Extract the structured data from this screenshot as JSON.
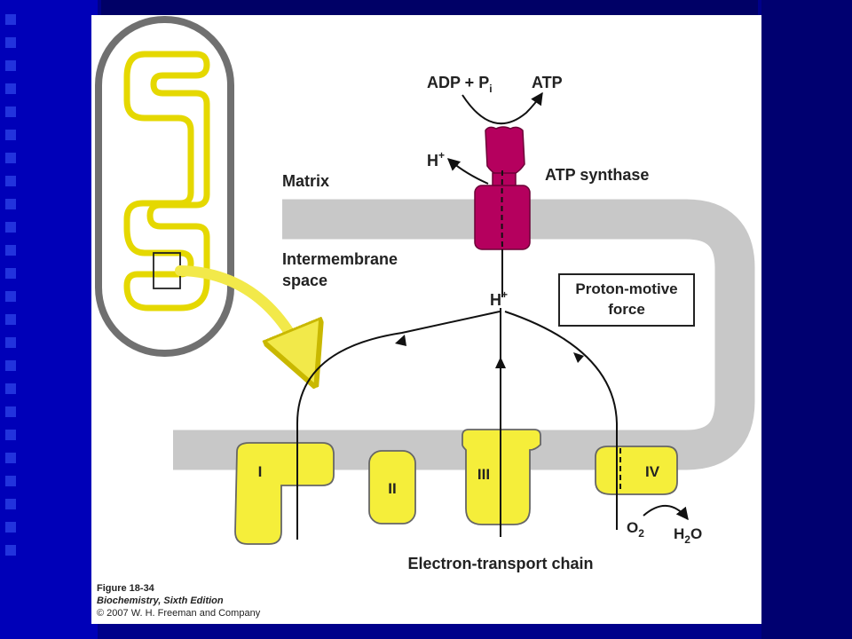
{
  "theme": {
    "background": "#00008a",
    "membrane": "#c8c8c8",
    "complex_fill": "#f5ee3a",
    "synthase_fill": "#b5005e",
    "mitochondrion_outline": "#707070",
    "arrow_yellow": "#f2e94a"
  },
  "diagram": {
    "equation": {
      "adp": "ADP + P",
      "sub_i": "i",
      "atp": "ATP"
    },
    "proton_top": {
      "h": "H",
      "plus": "+"
    },
    "proton_center": {
      "h": "H",
      "plus": "+"
    },
    "atp_synthase_label": "ATP synthase",
    "matrix_label": "Matrix",
    "intermembrane_label_1": "Intermembrane",
    "intermembrane_label_2": "space",
    "pmf_label_1": "Proton-motive",
    "pmf_label_2": "force",
    "complexes": [
      "I",
      "II",
      "III",
      "IV"
    ],
    "oxygen": {
      "o": "O",
      "sub": "2"
    },
    "water": {
      "h": "H",
      "sub": "2",
      "o": "O"
    },
    "etc_label": "Electron-transport chain"
  },
  "caption": {
    "figure": "Figure 18-34",
    "book": "Biochemistry, Sixth Edition",
    "copyright": "© 2007 W. H. Freeman and Company"
  }
}
